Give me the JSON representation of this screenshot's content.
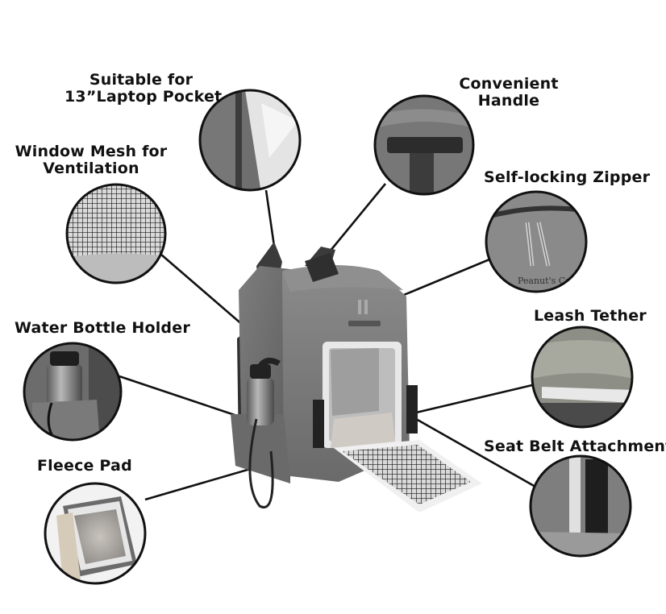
{
  "labels": {
    "laptop_pocket": [
      "Suitable for",
      "13”Laptop Pocket"
    ],
    "handle": [
      "Convenient",
      "Handle"
    ],
    "mesh": [
      "Window Mesh for",
      "Ventilation"
    ],
    "zipper": "Self-locking Zipper",
    "bottle": "Water Bottle Holder",
    "leash": "Leash Tether",
    "seatbelt": "Seat Belt Attachment",
    "fleece": "Fleece Pad"
  },
  "product": {
    "brand_text": "Peanut's Ca"
  }
}
